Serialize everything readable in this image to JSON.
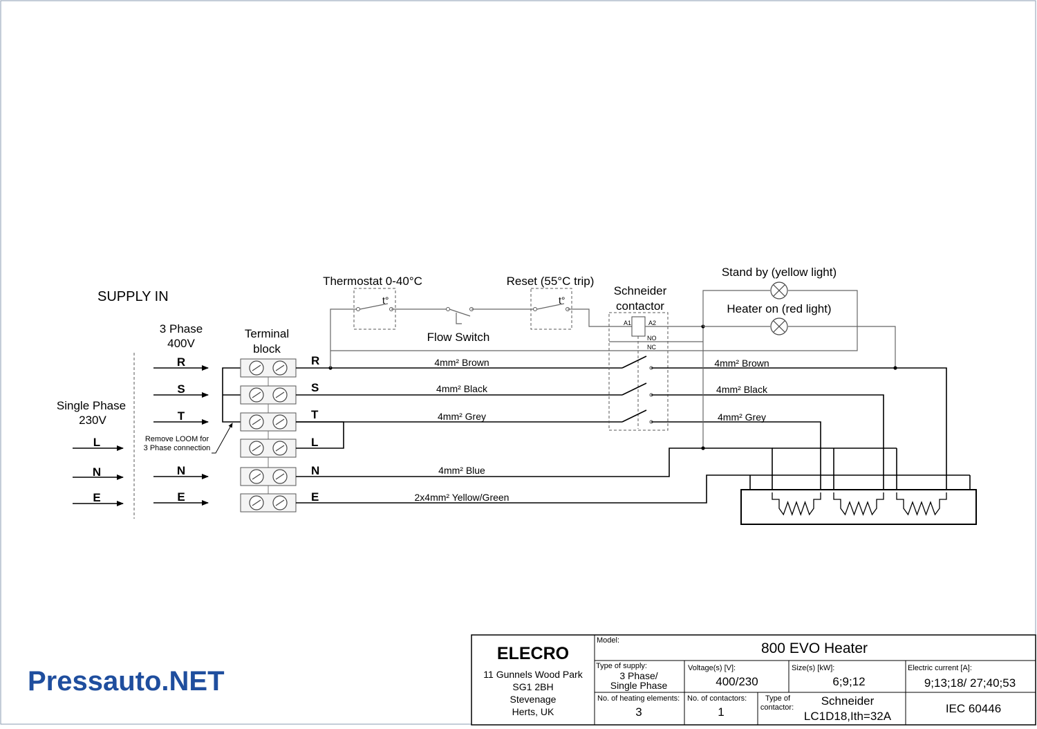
{
  "diagram": {
    "supply_in": "SUPPLY IN",
    "three_phase_line1": "3 Phase",
    "three_phase_line2": "400V",
    "single_phase_line1": "Single Phase",
    "single_phase_line2": "230V",
    "terminal_block_line1": "Terminal",
    "terminal_block_line2": "block",
    "three_phase_inputs": [
      "R",
      "S",
      "T",
      "N",
      "E"
    ],
    "single_phase_inputs": [
      "L",
      "N",
      "E"
    ],
    "terminal_labels": [
      "R",
      "S",
      "T",
      "L",
      "N",
      "E"
    ],
    "remove_loom_line1": "Remove LOOM for",
    "remove_loom_line2": "3 Phase connection",
    "thermostat": "Thermostat 0-40°C",
    "reset": "Reset (55°C trip)",
    "temp_symbol": "t°",
    "flow_switch": "Flow Switch",
    "contactor_line1": "Schneider",
    "contactor_line2": "contactor",
    "coil_a1": "A1",
    "coil_a2": "A2",
    "aux_no": "NO",
    "aux_nc": "NC",
    "standby_light": "Stand by (yellow light)",
    "heater_on_light": "Heater on (red light)",
    "wire_brown": "4mm² Brown",
    "wire_black": "4mm² Black",
    "wire_grey": "4mm² Grey",
    "wire_blue": "4mm² Blue",
    "wire_earth": "2x4mm² Yellow/Green"
  },
  "title_block": {
    "company": "ELECRO",
    "address": [
      "11 Gunnels Wood Park",
      "SG1 2BH",
      "Stevenage",
      "Herts, UK"
    ],
    "model_label": "Model:",
    "model": "800 EVO Heater",
    "supply_label": "Type of supply:",
    "supply_line1": "3 Phase/",
    "supply_line2": "Single Phase",
    "voltage_label": "Voltage(s) [V]:",
    "voltage": "400/230",
    "size_label": "Size(s) [kW]:",
    "size": "6;9;12",
    "current_label": "Electric current [A]:",
    "current": "9;13;18/ 27;40;53",
    "elements_label": "No. of heating elements:",
    "elements": "3",
    "contactors_label": "No. of contactors:",
    "contactors": "1",
    "contactor_type_label_line1": "Type of",
    "contactor_type_label_line2": "contactor:",
    "contactor_type_line1": "Schneider",
    "contactor_type_line2": "LC1D18,Ith=32A",
    "standard": "IEC 60446"
  },
  "watermark": "Pressauto.NET"
}
